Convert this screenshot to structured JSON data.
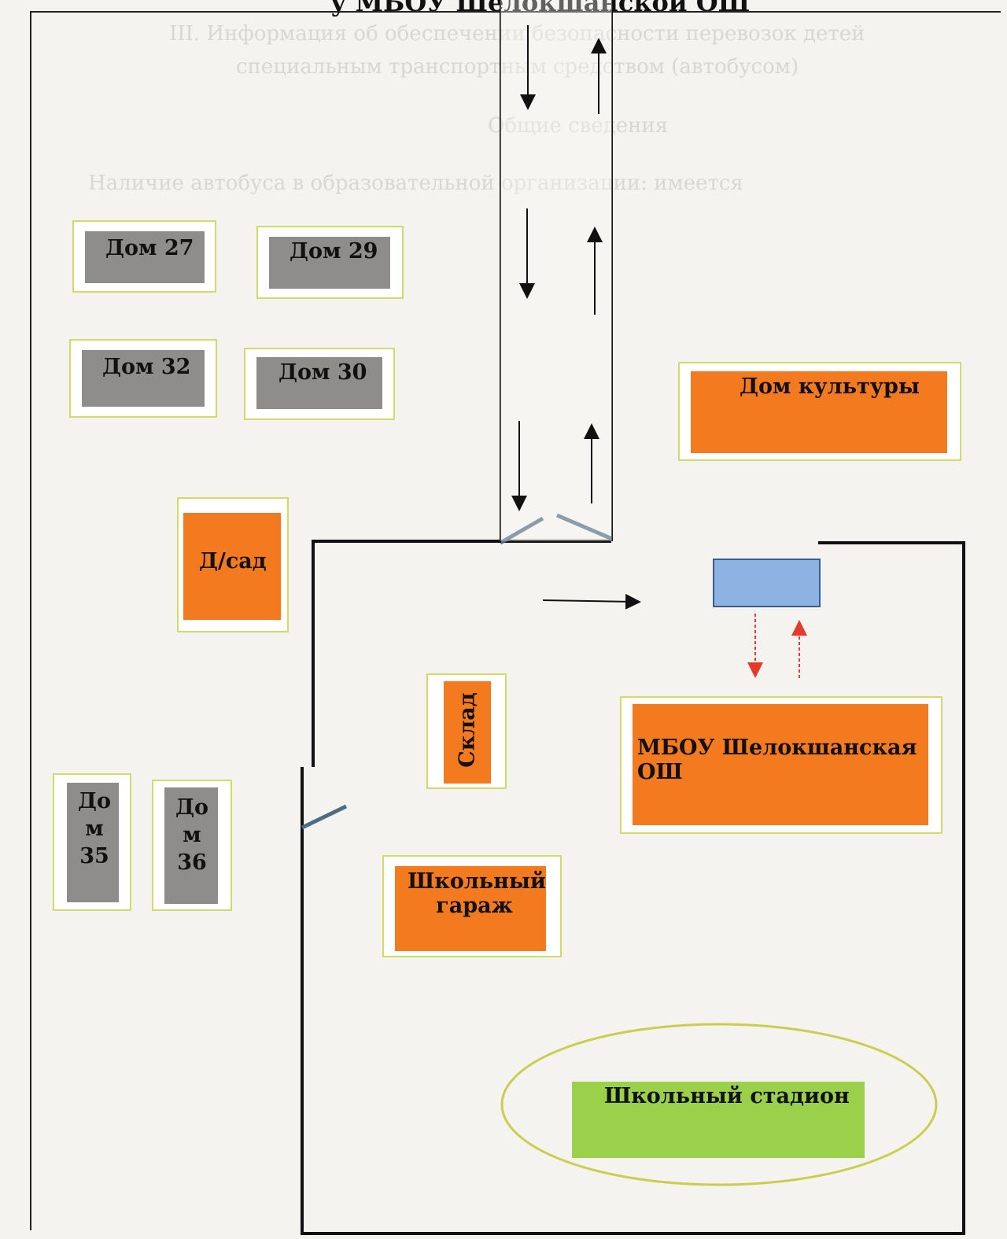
{
  "title": "у МБОУ Шелокшанской ОШ",
  "buildings": {
    "house27": "Дом 27",
    "house29": "Дом 29",
    "house32": "Дом 32",
    "house30": "Дом 30",
    "culture": "Дом культуры",
    "kindergarten": "Д/сад",
    "warehouse": "Склад",
    "school": "МБОУ Шелокшанская ОШ",
    "garage": "Школьный гараж",
    "stadium": "Школьный стадион",
    "house35": "До м 35",
    "house36": "До м 36"
  },
  "colors": {
    "residential": "#8f8c8c",
    "public": "#f47a20",
    "bus": "#8db3e2",
    "stadium": "#9bd04a",
    "arrow": "#111111",
    "bus_route": "#e53a2a"
  }
}
